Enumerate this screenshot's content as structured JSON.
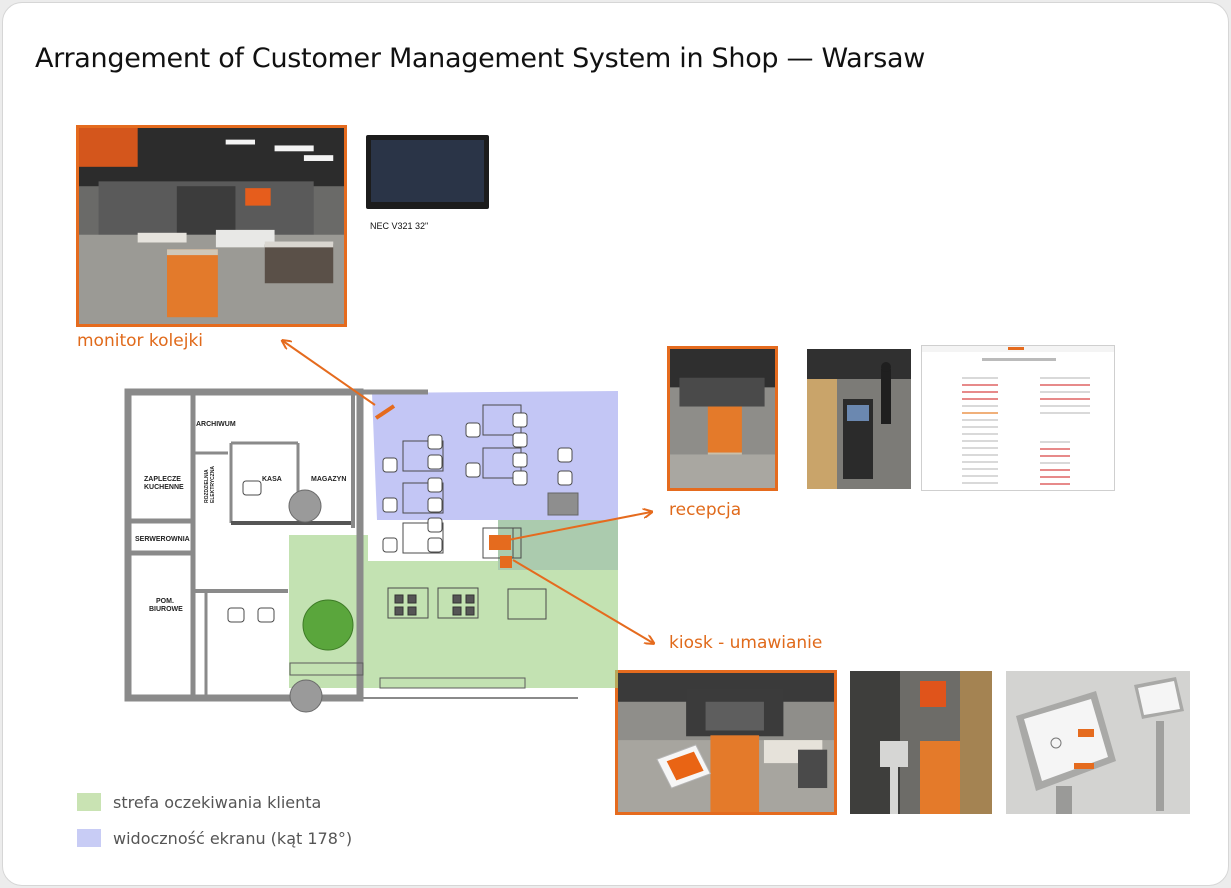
{
  "title": "Arrangement of Customer Management System in Shop — Warsaw",
  "monitor_caption": "NEC V321 32\"",
  "labels": {
    "monitor": "monitor kolejki",
    "reception": "recepcja",
    "kiosk": "kiosk - umawianie"
  },
  "rooms": {
    "archive": "ARCHIWUM",
    "kitchen_1": "ZAPLECZE",
    "kitchen_2": "KUCHENNE",
    "electrical_1": "ROZDZIELNIA",
    "electrical_2": "ELEKTRYCZNA",
    "cashier": "KASA",
    "storage": "MAGAZYN",
    "server": "SERWEROWNIA",
    "office_1": "POM.",
    "office_2": "BIUROWE"
  },
  "legend": [
    {
      "label": "strefa oczekiwania klienta",
      "color": "#c9e3b3"
    },
    {
      "label": "widoczność ekranu (kąt 178°)",
      "color": "#c8ccf5"
    }
  ],
  "colors": {
    "accent": "#e56b1e",
    "wait_zone": "#9bcf7e",
    "visibility_zone": "#a3a8ef"
  }
}
